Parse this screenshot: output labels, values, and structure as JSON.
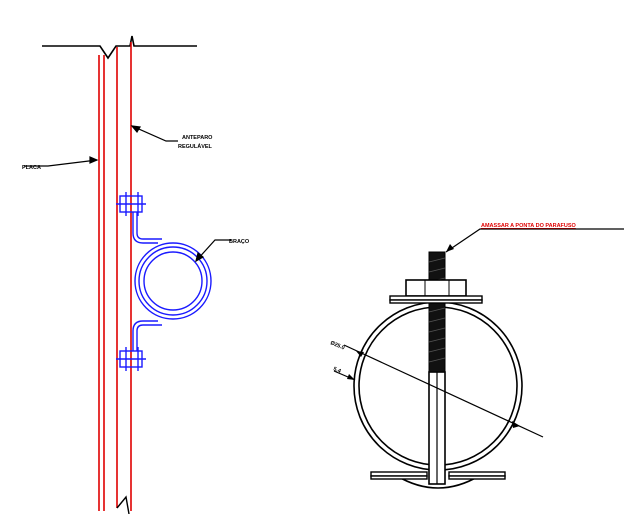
{
  "colors": {
    "line": "#000000",
    "red": "#e00000",
    "blue": "#1a1aff",
    "background": "#ffffff"
  },
  "left_view": {
    "label_antiparo_line1": "ANTEPARO",
    "label_antiparo_line2": "REGULÁVEL",
    "label_placa": "PLACA",
    "label_braco": "BRAÇO"
  },
  "right_view": {
    "label_amassar": "AMASSAR A PONTA DO PARAFUSO",
    "label_dim_outer": "Ø25.0",
    "label_dim_inner": "5.4"
  }
}
